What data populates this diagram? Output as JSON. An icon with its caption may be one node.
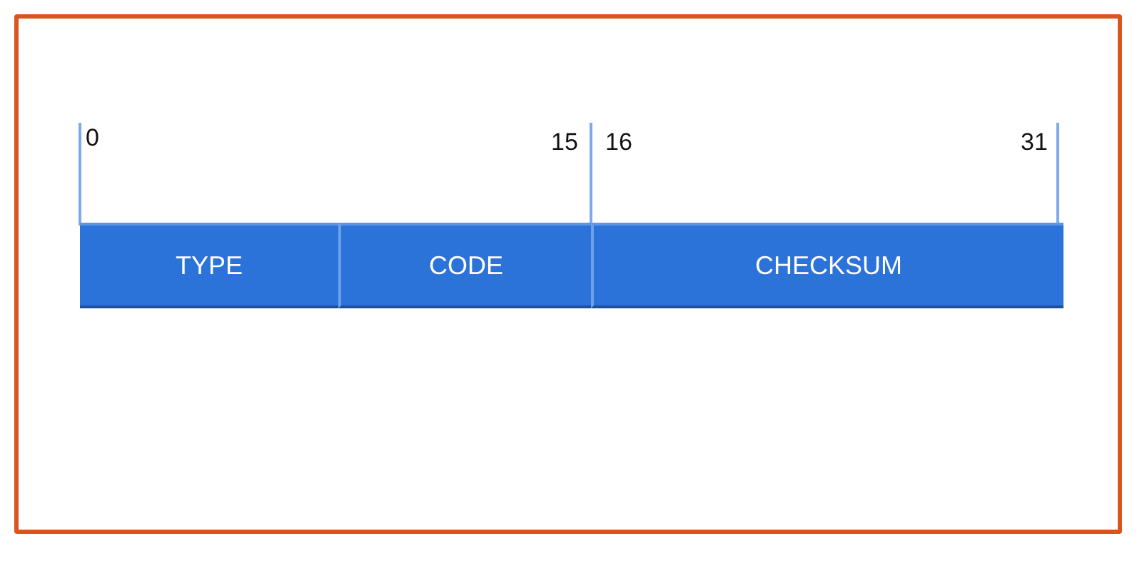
{
  "diagram": {
    "nodes": [
      {
        "text": [
          "TYPE"
        ]
      },
      {
        "text": [
          "CODE"
        ]
      },
      {
        "text": [
          "CHECKSUM"
        ]
      }
    ],
    "labels": [
      "0",
      "15",
      "16",
      "31"
    ]
  }
}
